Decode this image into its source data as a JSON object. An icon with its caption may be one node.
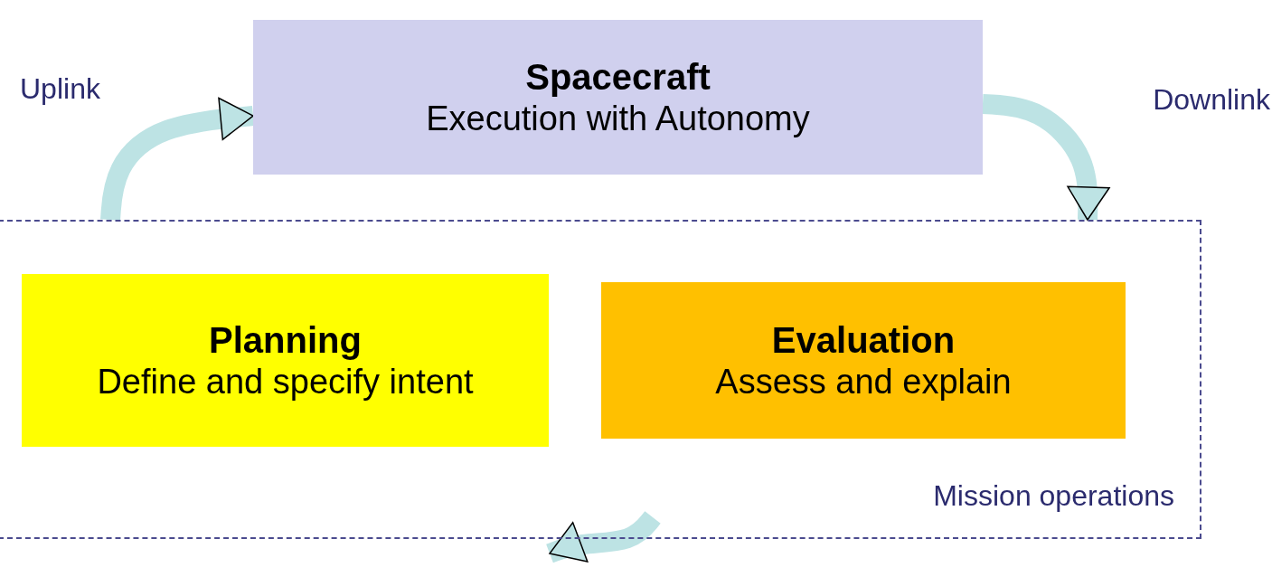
{
  "diagram": {
    "nodes": [
      {
        "text": [
          "Spacecraft",
          "Execution with Autonomy"
        ]
      },
      {
        "text": [
          "Mission operations"
        ]
      },
      {
        "text": [
          "Planning",
          "Define and specify intent"
        ],
        "in": 1
      },
      {
        "text": [
          "Evaluation",
          "Assess and explain"
        ],
        "in": 1
      }
    ],
    "edges": [
      {
        "from": 1,
        "to": 0,
        "arrow": "to",
        "label": "Uplink"
      },
      {
        "from": 0,
        "to": 1,
        "arrow": "to",
        "label": "Downlink"
      }
    ]
  }
}
